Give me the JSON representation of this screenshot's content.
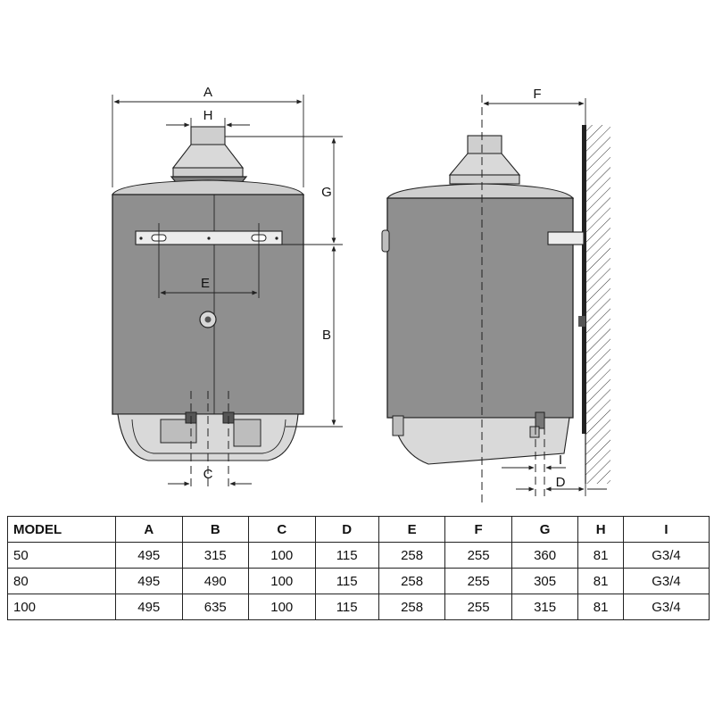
{
  "labels": {
    "A": "A",
    "H": "H",
    "G": "G",
    "E": "E",
    "B": "B",
    "C": "C",
    "F": "F",
    "I": "I",
    "D": "D"
  },
  "table": {
    "headers": [
      "MODEL",
      "A",
      "B",
      "C",
      "D",
      "E",
      "F",
      "G",
      "H",
      "I"
    ],
    "rows": [
      [
        "50",
        "495",
        "315",
        "100",
        "115",
        "258",
        "255",
        "360",
        "81",
        "G3/4"
      ],
      [
        "80",
        "495",
        "490",
        "100",
        "115",
        "258",
        "255",
        "305",
        "81",
        "G3/4"
      ],
      [
        "100",
        "495",
        "635",
        "100",
        "115",
        "258",
        "255",
        "315",
        "81",
        "G3/4"
      ]
    ]
  }
}
